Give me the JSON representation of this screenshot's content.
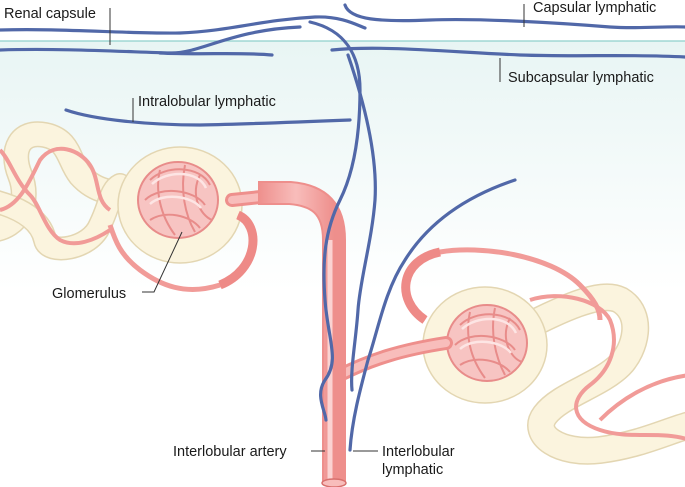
{
  "labels": {
    "renal_capsule": "Renal capsule",
    "capsular_lymphatic": "Capsular lymphatic",
    "subcapsular_lymphatic": "Subcapsular lymphatic",
    "intralobular_lymphatic": "Intralobular lymphatic",
    "glomerulus": "Glomerulus",
    "interlobular_artery": "Interlobular artery",
    "interlobular_lymphatic_line1": "Interlobular",
    "interlobular_lymphatic_line2": "lymphatic"
  },
  "colors": {
    "lymphatic": "#5168a8",
    "artery": "#f2a3a1",
    "artery_dark": "#ec8a88",
    "tubule": "#fbf4de",
    "tubule_edge": "#e8dcba",
    "capsule_line": "#8fd0cc",
    "cortex_top": "#eef7f6"
  }
}
